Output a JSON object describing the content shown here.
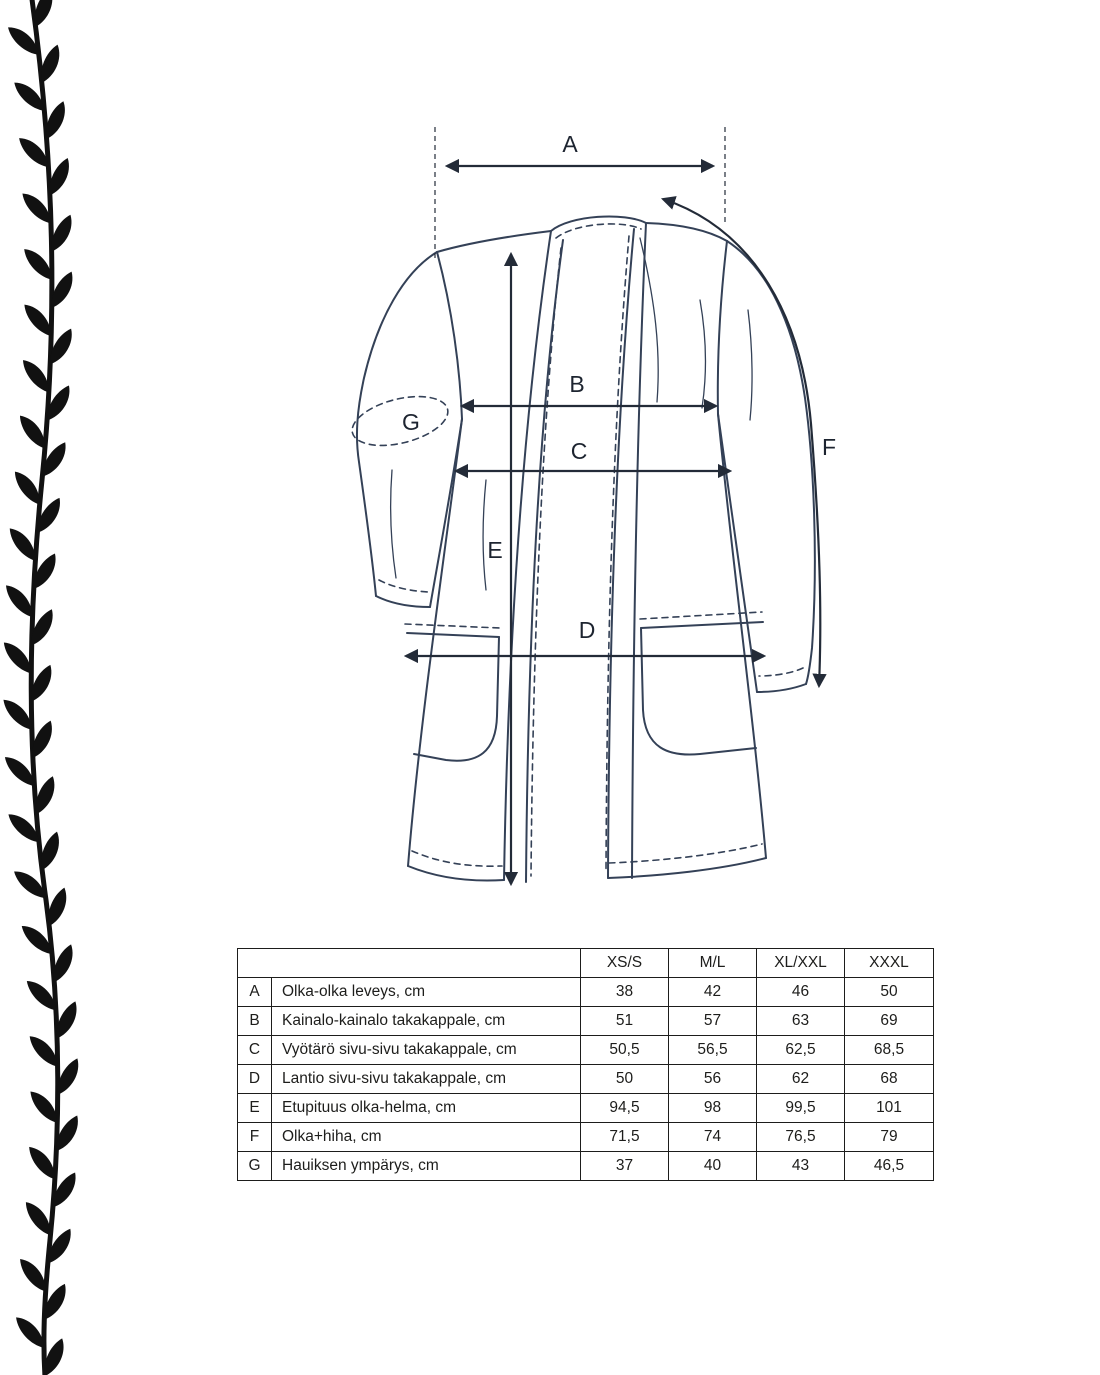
{
  "diagram": {
    "labels": {
      "A": "A",
      "B": "B",
      "C": "C",
      "D": "D",
      "E": "E",
      "F": "F",
      "G": "G"
    }
  },
  "table": {
    "size_headers": [
      "XS/S",
      "M/L",
      "XL/XXL",
      "XXXL"
    ],
    "rows": [
      {
        "letter": "A",
        "name": "Olka-olka leveys, cm",
        "values": [
          "38",
          "42",
          "46",
          "50"
        ]
      },
      {
        "letter": "B",
        "name": "Kainalo-kainalo takakappale, cm",
        "values": [
          "51",
          "57",
          "63",
          "69"
        ]
      },
      {
        "letter": "C",
        "name": "Vyötärö sivu-sivu takakappale, cm",
        "values": [
          "50,5",
          "56,5",
          "62,5",
          "68,5"
        ]
      },
      {
        "letter": "D",
        "name": "Lantio sivu-sivu takakappale, cm",
        "values": [
          "50",
          "56",
          "62",
          "68"
        ]
      },
      {
        "letter": "E",
        "name": "Etupituus olka-helma, cm",
        "values": [
          "94,5",
          "98",
          "99,5",
          "101"
        ]
      },
      {
        "letter": "F",
        "name": "Olka+hiha, cm",
        "values": [
          "71,5",
          "74",
          "76,5",
          "79"
        ]
      },
      {
        "letter": "G",
        "name": "Hauiksen ympärys, cm",
        "values": [
          "37",
          "40",
          "43",
          "46,5"
        ]
      }
    ]
  },
  "colors": {
    "garment_line": "#344157",
    "arrow_line": "#232b38",
    "text": "#1d1d1b",
    "vine": "#111111",
    "background": "#ffffff"
  }
}
